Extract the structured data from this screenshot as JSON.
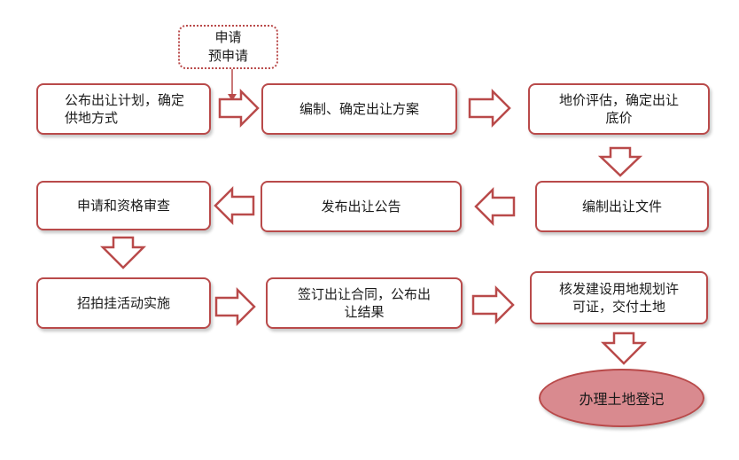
{
  "diagram": {
    "pre_application": "申请\n预申请",
    "steps": {
      "s1": "公布出让计划，确定\n供地方式",
      "s2": "编制、确定出让方案",
      "s3": "地价评估，确定出让\n底价",
      "s4": "编制出让文件",
      "s5": "发布出让公告",
      "s6": "申请和资格审查",
      "s7": "招拍挂活动实施",
      "s8": "签订出让合同，公布出\n让结果",
      "s9": "核发建设用地规划许\n可证，交付土地"
    },
    "final": "办理土地登记",
    "colors": {
      "border": "#b94a4a",
      "final_fill": "#d98a8f"
    }
  }
}
